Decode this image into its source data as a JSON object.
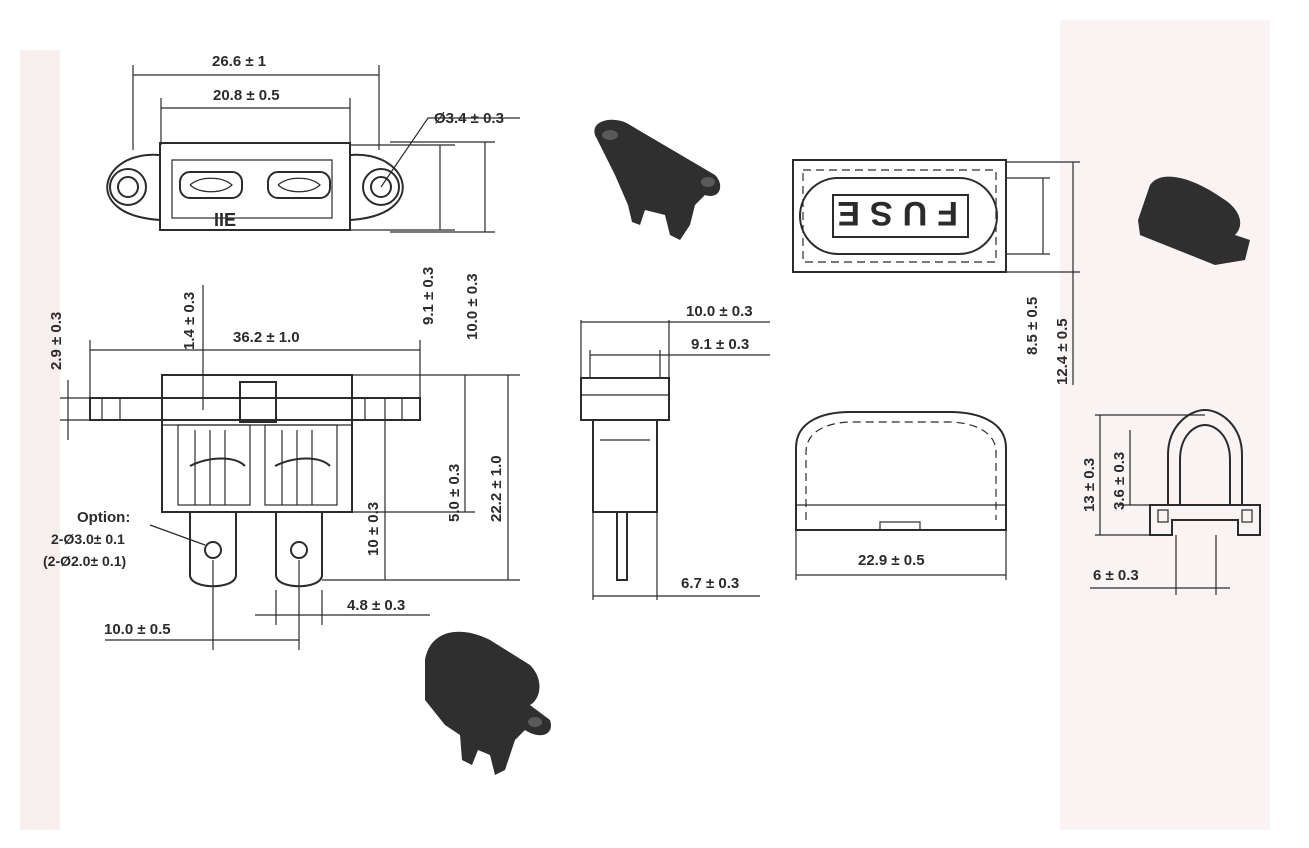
{
  "dimensions": {
    "top_overall_width": "26.6 ± 1",
    "top_inner_width": "20.8 ± 0.5",
    "hole_dia": "Ø3.4 ± 0.3",
    "top_h_inner": "9.1 ± 0.3",
    "top_h_outer": "10.0 ± 0.3",
    "flange_thk": "2.9 ± 0.3",
    "offset_small": "1.4 ± 0.3",
    "front_width": "36.2 ± 1.0",
    "front_h_upper": "5.0 ± 0.3",
    "front_h_total": "22.2 ± 1.0",
    "terminal_len": "10 ± 0.3",
    "option_label": "Option:",
    "option_hole_a": "2-Ø3.0± 0.1",
    "option_hole_b": "(2-Ø2.0± 0.1)",
    "terminal_pitch": "10.0 ± 0.5",
    "terminal_width": "4.8 ± 0.3",
    "side_w_outer": "10.0 ± 0.3",
    "side_w_inner": "9.1 ± 0.3",
    "side_pin_offset": "6.7 ± 0.3",
    "cover_h_inner": "8.5 ± 0.5",
    "cover_h_outer": "12.4 ± 0.5",
    "cover_width": "22.9 ± 0.5",
    "end_height": "13 ± 0.3",
    "end_foot_h": "3.6 ± 0.3",
    "end_foot_w": "6 ± 0.3"
  },
  "cover_marking": "FUSE",
  "embossed_marking": "IIE"
}
